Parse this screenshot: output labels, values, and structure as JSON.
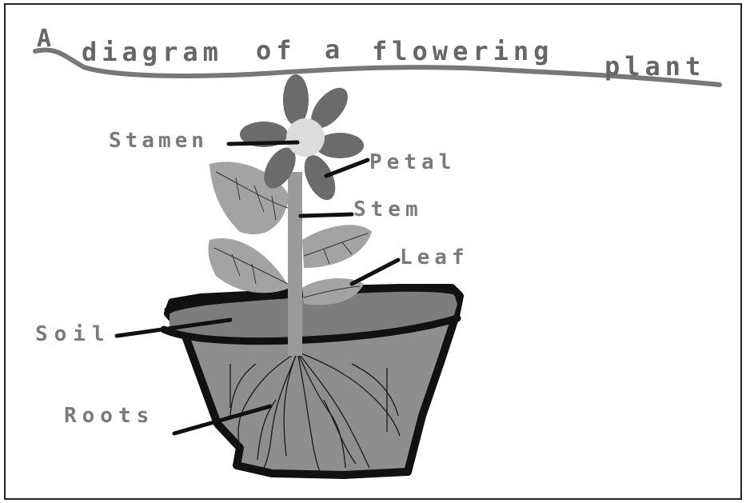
{
  "title": {
    "first_letter": "A",
    "rest_1": "diagram",
    "rest_2": "of",
    "rest_3": "a",
    "rest_4": "flowering",
    "rest_5": "plant"
  },
  "labels": {
    "stamen": "Stamen",
    "petal": "Petal",
    "stem": "Stem",
    "leaf": "Leaf",
    "soil": "Soil",
    "roots": "Roots"
  },
  "colors": {
    "label_text": "#7a7a7a",
    "petal": "#6b6b6b",
    "leaf": "#a3a3a3",
    "stem": "#9a9a9a",
    "pot_outline": "#111111",
    "pot_fill": "#8e8e8e",
    "soil": "#7d7d7d"
  }
}
